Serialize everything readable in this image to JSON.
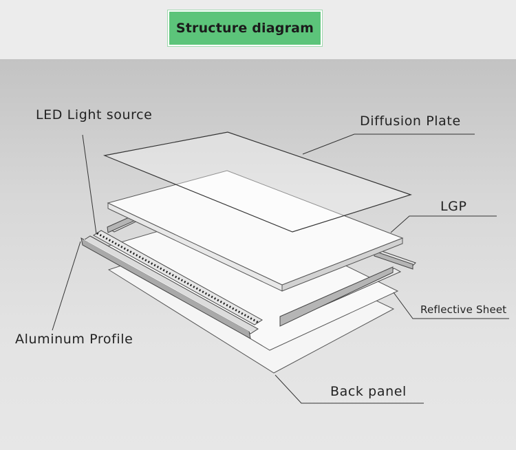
{
  "title": "Structure diagram",
  "labels": {
    "led_light_source": "LED Light source",
    "diffusion_plate": "Diffusion Plate",
    "lgp": "LGP",
    "reflective_sheet": "Reflective Sheet",
    "aluminum_profile": "Aluminum Profile",
    "back_panel": "Back panel"
  },
  "colors": {
    "title_background": "#5cc47a",
    "line": "#333333"
  }
}
